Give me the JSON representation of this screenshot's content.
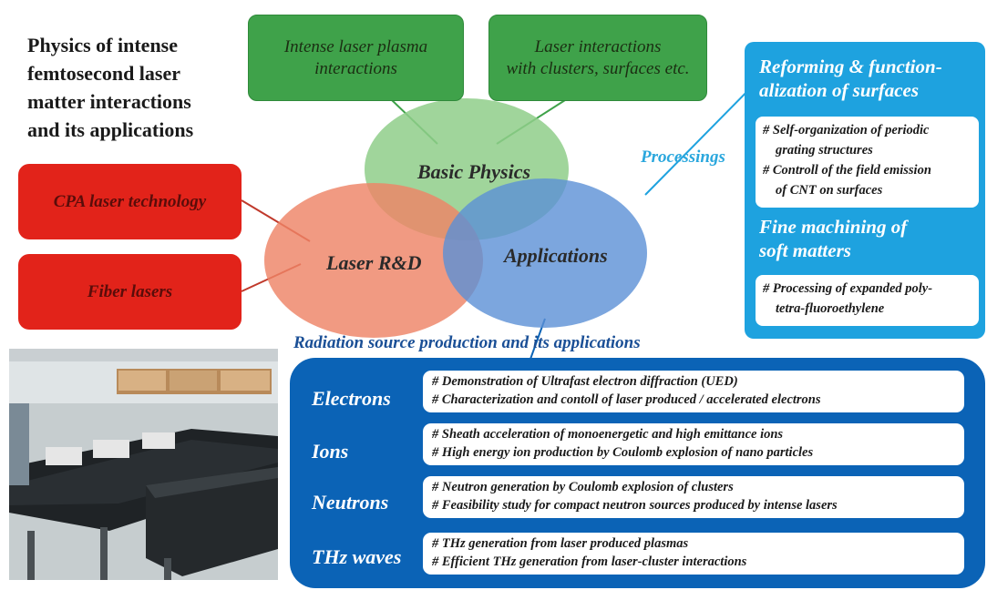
{
  "title": {
    "lines": [
      "Physics of intense",
      "femtosecond laser",
      "matter interactions",
      "and its applications"
    ]
  },
  "top_boxes": [
    {
      "lines": [
        "Intense laser plasma",
        "interactions"
      ]
    },
    {
      "lines": [
        "Laser interactions",
        "with clusters, surfaces etc."
      ]
    }
  ],
  "left_boxes": [
    {
      "label": "CPA laser technology"
    },
    {
      "label": "Fiber lasers"
    }
  ],
  "venn": {
    "basic": "Basic Physics",
    "laser": "Laser R&D",
    "applications": "Applications",
    "colors": {
      "basic": "#8fce8a",
      "laser": "#ee8466",
      "applications": "#5b90d6"
    }
  },
  "processings": "Processings",
  "right_panel": {
    "heading1": [
      "Reforming & function-",
      "alization of surfaces"
    ],
    "items1": [
      "# Self-organization of periodic",
      "grating structures",
      "# Controll of the field emission",
      "of CNT on surfaces"
    ],
    "heading2": [
      "Fine  machining of",
      "soft matters"
    ],
    "items2": [
      "# Processing of expanded poly-",
      "tetra-fluoroethylene"
    ]
  },
  "radiation_title": "Radiation source production and its applications",
  "sources": [
    {
      "label": "Electrons",
      "items": [
        "# Demonstration of Ultrafast electron diffraction (UED)",
        "# Characterization and contoll of laser produced / accelerated electrons"
      ]
    },
    {
      "label": "Ions",
      "items": [
        "# Sheath acceleration of monoenergetic and high emittance ions",
        "# High energy ion production by Coulomb explosion of nano particles"
      ]
    },
    {
      "label": "Neutrons",
      "items": [
        "# Neutron generation by Coulomb explosion of clusters",
        "# Feasibility study for compact neutron sources produced by intense lasers"
      ]
    },
    {
      "label": "THz waves",
      "items": [
        "# THz generation from laser produced plasmas",
        "# Efficient  THz generation from laser-cluster interactions"
      ]
    }
  ],
  "colors": {
    "green": "#3fa24a",
    "red": "#e2231a",
    "light_blue": "#1ea2df",
    "dark_blue": "#0b63b6"
  }
}
